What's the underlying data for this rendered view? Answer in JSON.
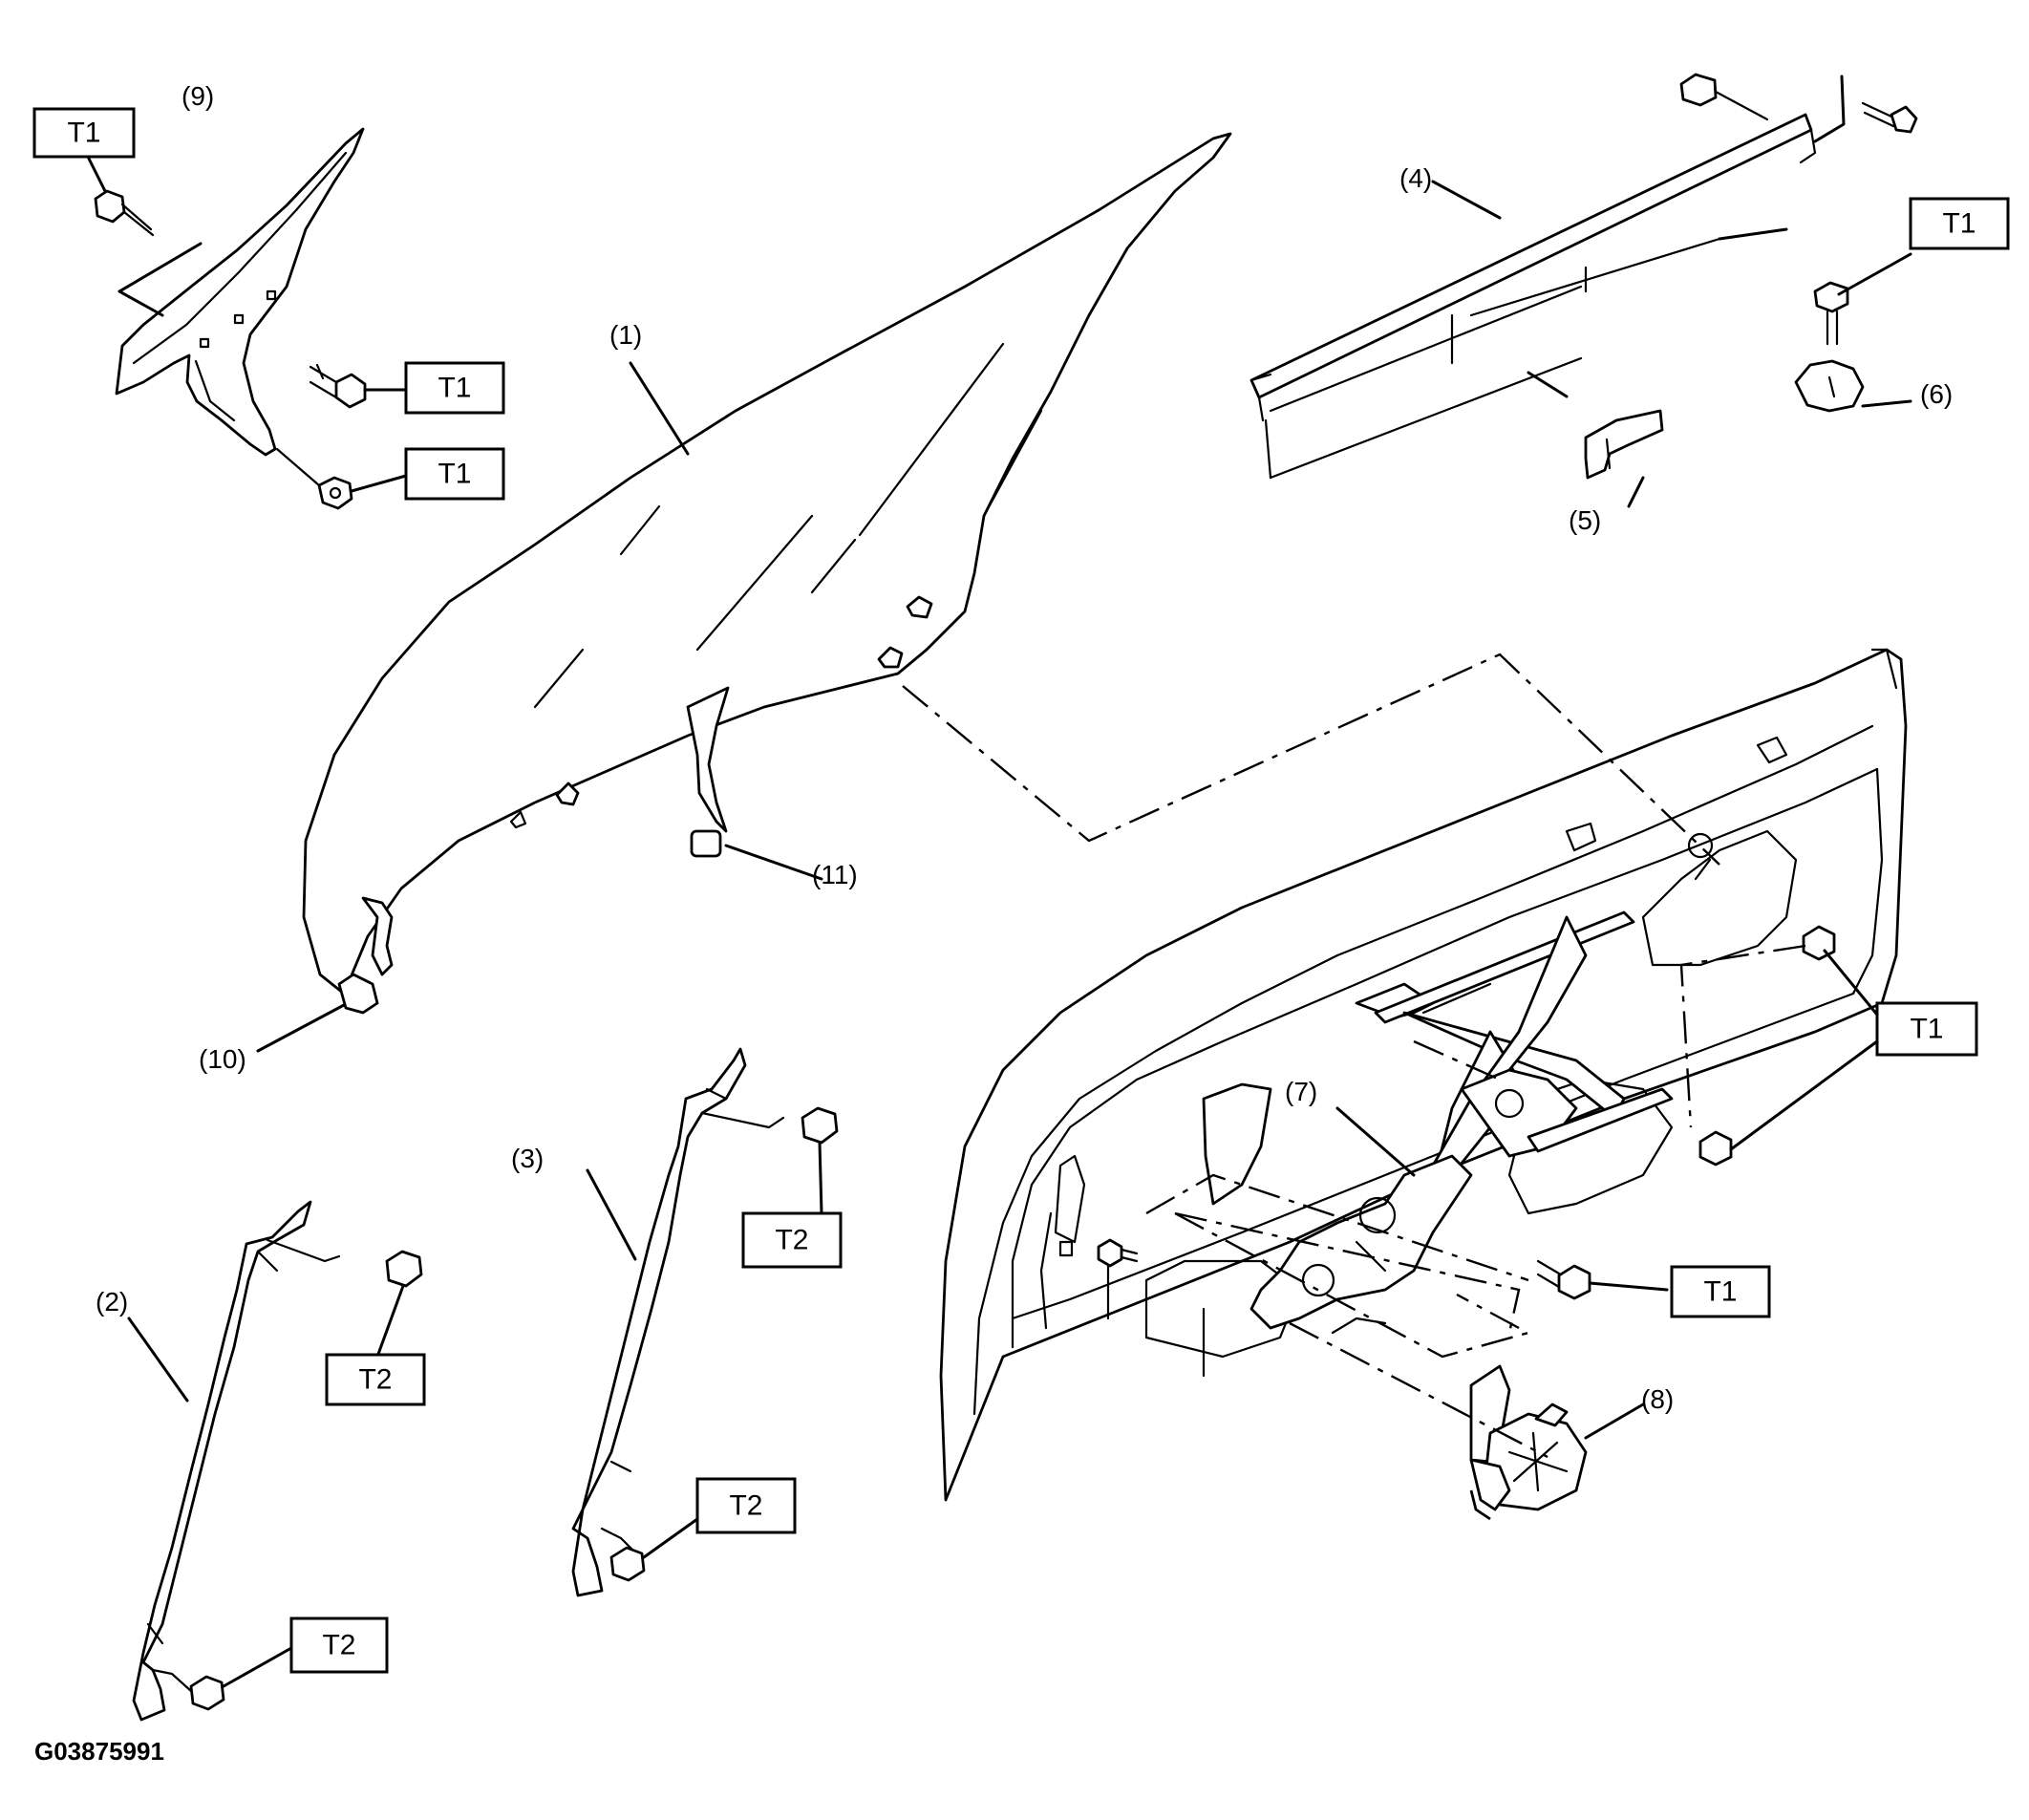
{
  "labels": {
    "l1": "(1)",
    "l2": "(2)",
    "l3": "(3)",
    "l4": "(4)",
    "l5": "(5)",
    "l6": "(6)",
    "l7": "(7)",
    "l8": "(8)",
    "l9": "(9)",
    "l10": "(10)",
    "l11": "(11)"
  },
  "torque": {
    "t1": "T1",
    "t2": "T2"
  },
  "figure_code": "G03875991"
}
